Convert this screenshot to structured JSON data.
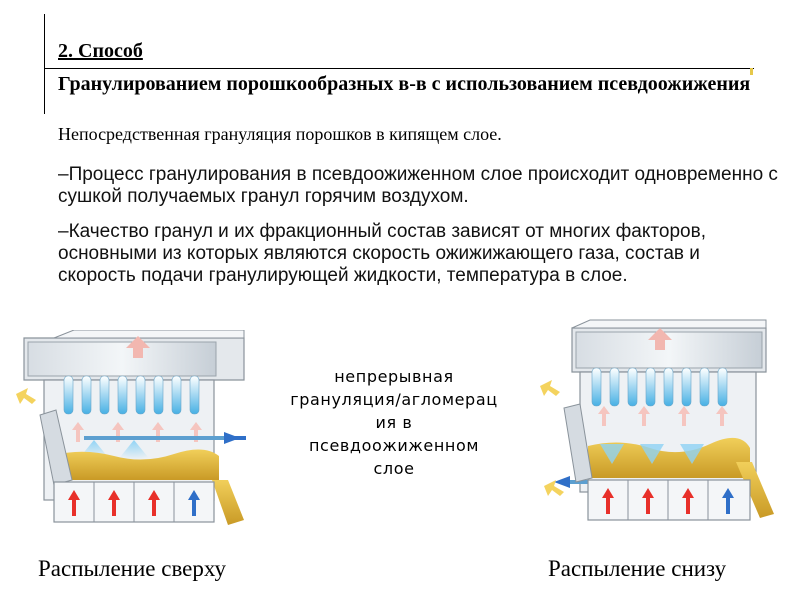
{
  "heading": {
    "method": "2. Способ ",
    "title": "Гранулированием порошкообразных в-в с использованием псевдоожижения",
    "subtitle": "Непосредственная грануляция порошков в кипящем слое."
  },
  "paragraphs": [
    "–Процесс гранулирования в псевдоожиженном слое происходит одновременно с сушкой получаемых гранул горячим воздухом.",
    "–Качество гранул и их фракционный состав зависят от многих факторов, основными из которых являются скорость ожижижающего газа, состав и скорость подачи гранулирующей жидкости, температура в слое."
  ],
  "center_label": "непрерывная\nгрануляция/агломерац\nия в\nпсевдоожиженном\nслое",
  "captions": {
    "left": "Распыление сверху",
    "right": "Распыление снизу"
  },
  "colors": {
    "hot_arrow": "#e8302a",
    "cold_arrow": "#2f6fc8",
    "filter_blue": "#4ab3e6",
    "granules": "#e0b43a"
  }
}
